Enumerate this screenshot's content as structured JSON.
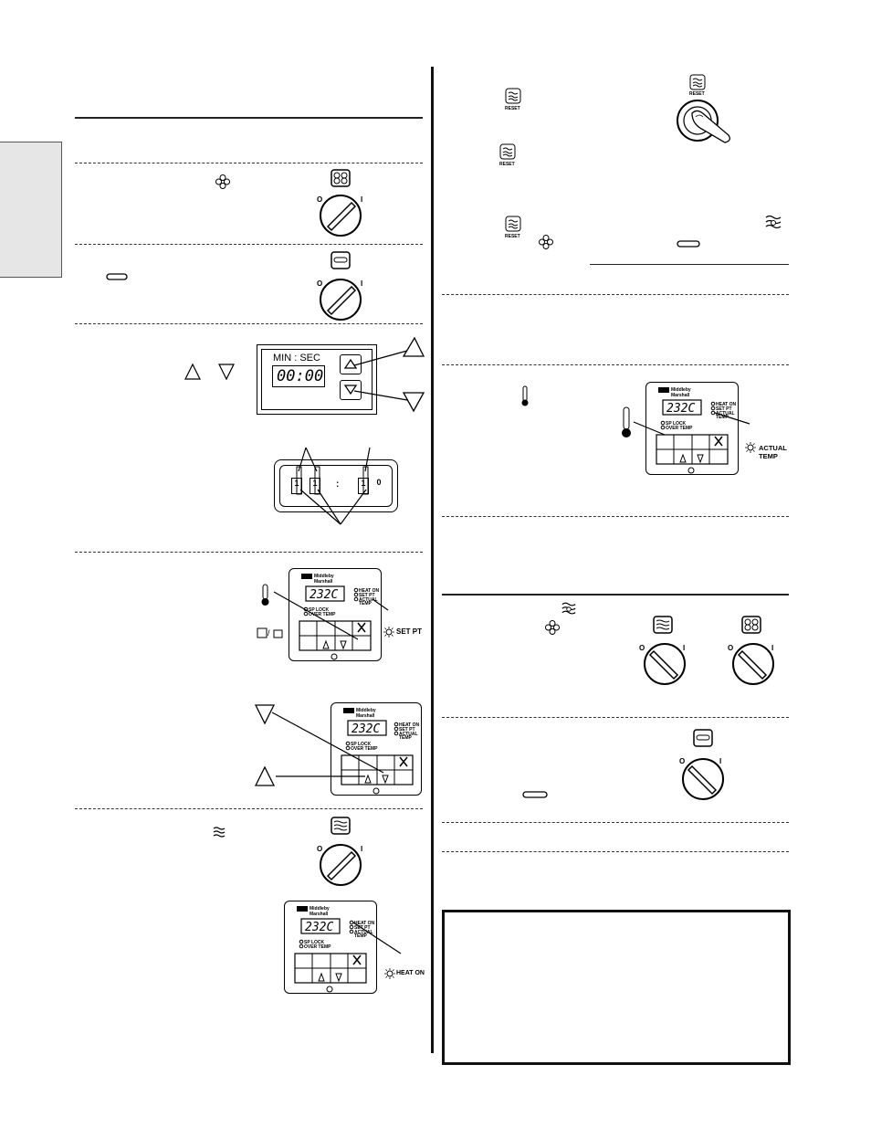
{
  "timer": {
    "title": "MIN : SEC",
    "display": "00:00",
    "digit_1": "1",
    "digit_2": "1",
    "colon": ":",
    "digit_3": "1",
    "digit_4": "0"
  },
  "controller": {
    "brand_line1": "Middleby",
    "brand_line2": "Marshall",
    "display": "232C",
    "led_heat_on": "HEAT ON",
    "led_set_pt": "SET PT",
    "led_actual_temp_1": "ACTUAL",
    "led_actual_temp_2": "TEMP",
    "led_sp_lock": "SP LOCK",
    "led_over_temp": "OVER TEMP"
  },
  "callouts": {
    "set_pt": "SET PT",
    "heat_on": "HEAT ON",
    "actual_temp_1": "ACTUAL",
    "actual_temp_2": "TEMP"
  },
  "switch": {
    "off_mark": "O",
    "on_mark": "I"
  },
  "reset_label": "RESET"
}
